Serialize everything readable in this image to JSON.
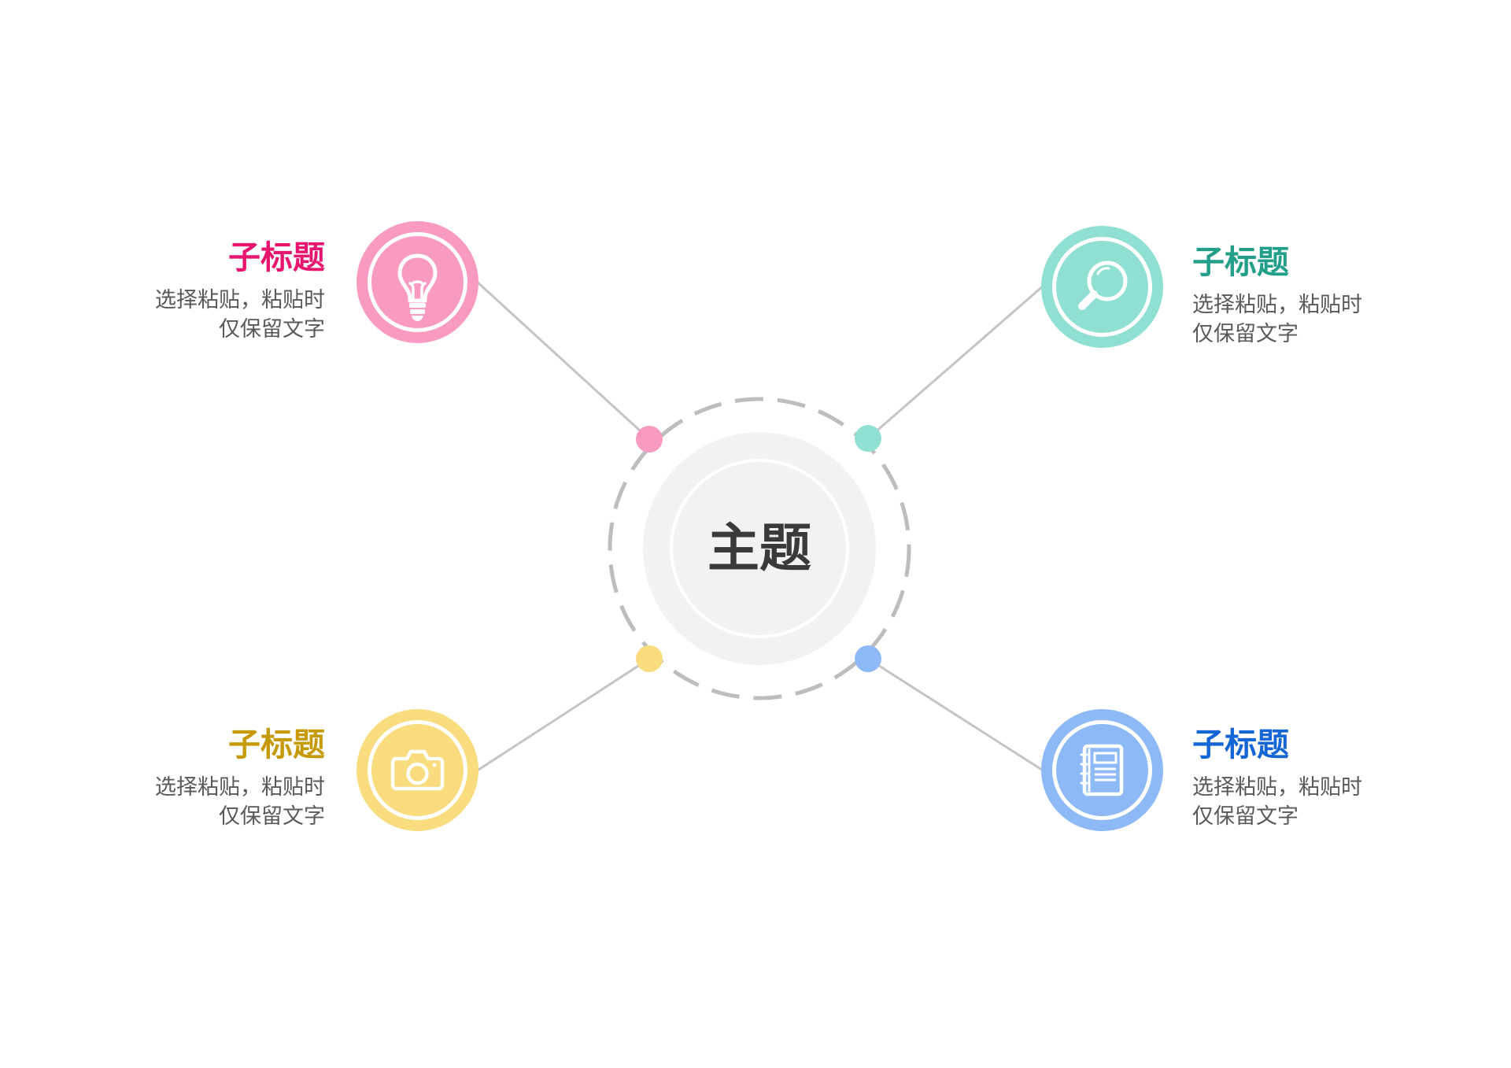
{
  "center": {
    "title": "主题"
  },
  "nodes": [
    {
      "id": "top-left",
      "title": "子标题",
      "line1": "选择粘贴，粘贴时",
      "line2": "仅保留文字",
      "title_color": "#e8156e",
      "circle_color": "#f99bc1",
      "icon": "lightbulb-icon"
    },
    {
      "id": "top-right",
      "title": "子标题",
      "line1": "选择粘贴，粘贴时",
      "line2": "仅保留文字",
      "title_color": "#239e88",
      "circle_color": "#8fe0d2",
      "icon": "magnifier-icon"
    },
    {
      "id": "bottom-left",
      "title": "子标题",
      "line1": "选择粘贴，粘贴时",
      "line2": "仅保留文字",
      "title_color": "#c69a06",
      "circle_color": "#f9dc7e",
      "icon": "camera-icon"
    },
    {
      "id": "bottom-right",
      "title": "子标题",
      "line1": "选择粘贴，粘贴时",
      "line2": "仅保留文字",
      "title_color": "#1466d6",
      "circle_color": "#8db9f7",
      "icon": "notebook-icon"
    }
  ],
  "colors": {
    "connector": "#c4c4c4",
    "dashed_ring": "#bdbdbd",
    "center_fill": "#f2f2f2",
    "desc_text": "#595959",
    "main_text": "#3a3a3a"
  }
}
